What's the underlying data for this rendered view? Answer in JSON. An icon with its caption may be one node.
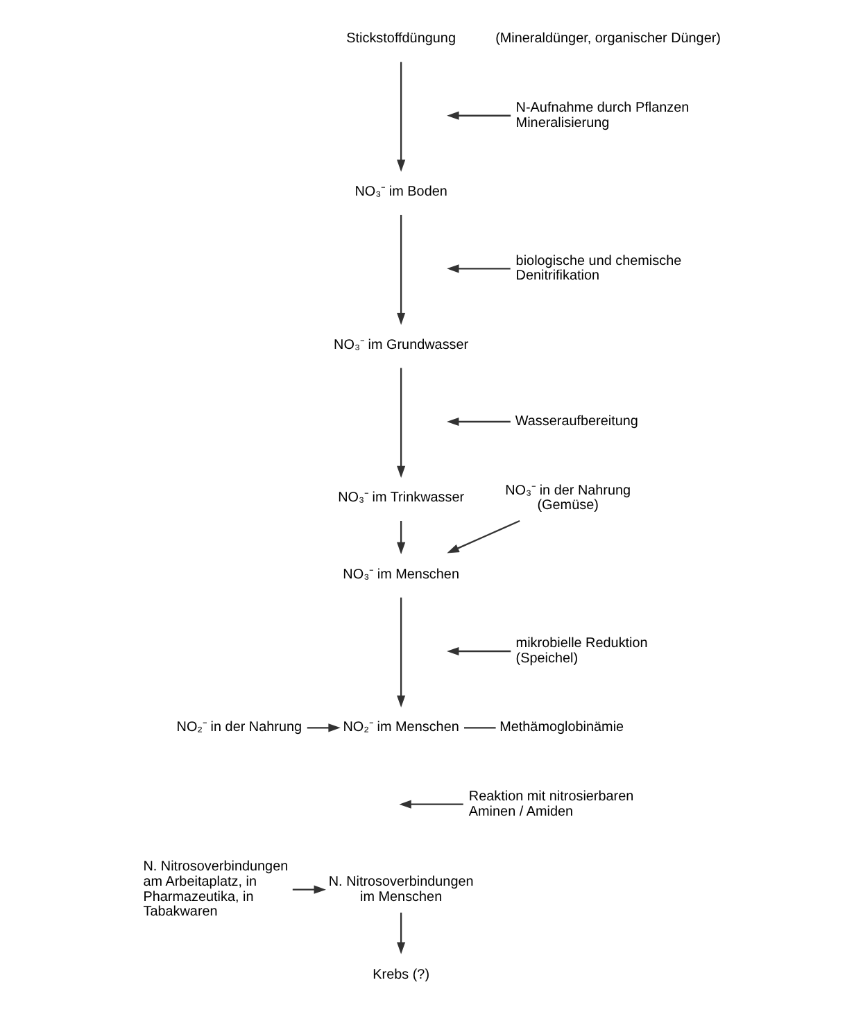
{
  "diagram": {
    "nodes": [
      {
        "text": [
          "Stickstoffdüngung"
        ],
        "beside": [
          "(Mineraldünger, organischer Dünger)"
        ]
      },
      {
        "text": [
          "N-Aufnahme durch Pflanzen Mineralisierung"
        ]
      },
      {
        "text": [
          "NO₃⁻ im Boden"
        ]
      },
      {
        "text": [
          "biologische und chemische Denitrifikation"
        ]
      },
      {
        "text": [
          "NO₃⁻ im Grundwasser"
        ]
      },
      {
        "text": [
          "Wasseraufbereitung"
        ]
      },
      {
        "text": [
          "NO₃⁻ im Trinkwasser"
        ]
      },
      {
        "text": [
          "NO₃⁻ in der Nahrung (Gemüse)"
        ]
      },
      {
        "text": [
          "NO₃⁻ im Menschen"
        ]
      },
      {
        "text": [
          "mikrobielle Reduktion (Speichel)"
        ]
      },
      {
        "text": [
          "NO₂⁻ in der Nahrung"
        ]
      },
      {
        "text": [
          "NO₂⁻ im Menschen"
        ]
      },
      {
        "text": [
          "Methämoglobinämie"
        ]
      },
      {
        "text": [
          "Reaktion mit nitrosierbaren Aminen / Amiden"
        ]
      },
      {
        "text": [
          "N. Nitrosoverbindungen am Arbeitaplatz, in Pharmazeutika, in Tabakwaren"
        ]
      },
      {
        "text": [
          "N. Nitrosoverbindungen im Menschen"
        ]
      },
      {
        "text": [
          "Krebs (?)"
        ]
      }
    ],
    "edges": [
      {
        "from": 0,
        "to": 2,
        "arrow": "to"
      },
      {
        "from": 1,
        "to": null,
        "arrow": "to"
      },
      {
        "from": 2,
        "to": 4,
        "arrow": "to"
      },
      {
        "from": 3,
        "to": null,
        "arrow": "to"
      },
      {
        "from": 4,
        "to": 6,
        "arrow": "to"
      },
      {
        "from": 5,
        "to": null,
        "arrow": "to"
      },
      {
        "from": 6,
        "to": 8,
        "arrow": "to"
      },
      {
        "from": 7,
        "to": 8,
        "arrow": "to"
      },
      {
        "from": 8,
        "to": 11,
        "arrow": "to"
      },
      {
        "from": 9,
        "to": null,
        "arrow": "to"
      },
      {
        "from": 10,
        "to": 11,
        "arrow": "to"
      },
      {
        "from": 11,
        "to": 12,
        "arrow": "none"
      },
      {
        "from": 13,
        "to": null,
        "arrow": "to"
      },
      {
        "from": 14,
        "to": 15,
        "arrow": "to"
      },
      {
        "from": 15,
        "to": 16,
        "arrow": "to"
      }
    ]
  }
}
